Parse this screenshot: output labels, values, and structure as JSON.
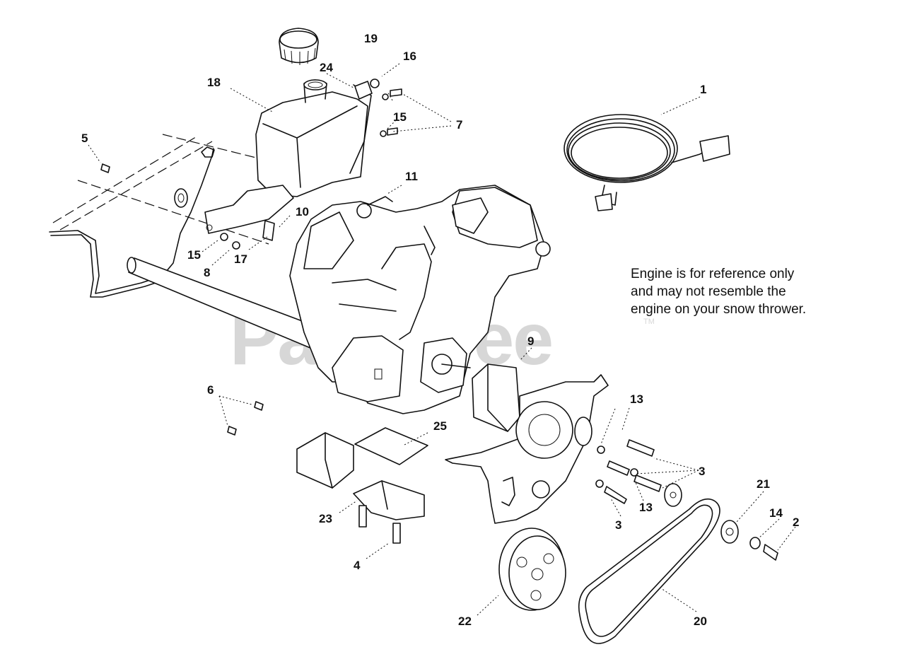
{
  "watermark": {
    "text": "PartsTree",
    "mark": "TM"
  },
  "note": {
    "lines": [
      "Engine is for reference only",
      "and may not resemble the",
      "engine on your snow thrower."
    ]
  },
  "callouts": {
    "c1": "1",
    "c2": "2",
    "c3a": "3",
    "c3b": "3",
    "c4": "4",
    "c5": "5",
    "c6": "6",
    "c7": "7",
    "c8": "8",
    "c9": "9",
    "c10": "10",
    "c11": "11",
    "c13a": "13",
    "c13b": "13",
    "c14": "14",
    "c15a": "15",
    "c15b": "15",
    "c16": "16",
    "c17": "17",
    "c18": "18",
    "c19": "19",
    "c20": "20",
    "c21": "21",
    "c22": "22",
    "c23": "23",
    "c24": "24",
    "c25": "25"
  }
}
